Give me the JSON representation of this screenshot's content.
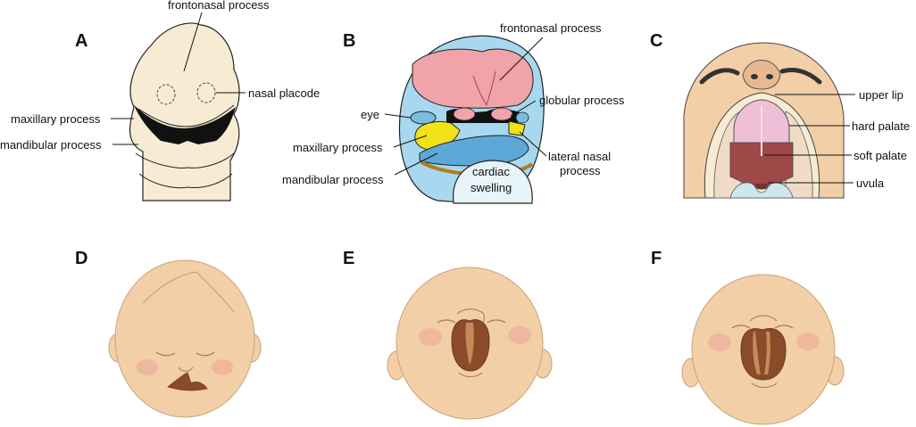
{
  "panels": {
    "A": {
      "letter": "A",
      "labels": {
        "frontonasal": "frontonasal process",
        "nasal_placode": "nasal placode",
        "maxillary": "maxillary process",
        "mandibular": "mandibular process"
      }
    },
    "B": {
      "letter": "B",
      "labels": {
        "frontonasal": "frontonasal process",
        "globular": "globular process",
        "eye": "eye",
        "maxillary": "maxillary process",
        "lateral_nasal_1": "lateral nasal",
        "lateral_nasal_2": "process",
        "mandibular": "mandibular process",
        "cardiac_1": "cardiac",
        "cardiac_2": "swelling"
      }
    },
    "C": {
      "letter": "C",
      "labels": {
        "upper_lip": "upper lip",
        "hard_palate": "hard palate",
        "soft_palate": "soft palate",
        "uvula": "uvula"
      }
    },
    "D": {
      "letter": "D"
    },
    "E": {
      "letter": "E"
    },
    "F": {
      "letter": "F"
    }
  },
  "colors": {
    "embryo_cream": "#f7ecd3",
    "frontonasal_pink": "#f0a3a8",
    "maxillary_yellow": "#f2e21a",
    "mandibular_blue": "#5ea8d8",
    "background_blue": "#a8d8ef",
    "skin": "#f2cfa6",
    "cleft_brown": "#8a4b2a",
    "soft_palate_red": "#9e4848",
    "hard_palate_pink": "#eebfd6"
  }
}
